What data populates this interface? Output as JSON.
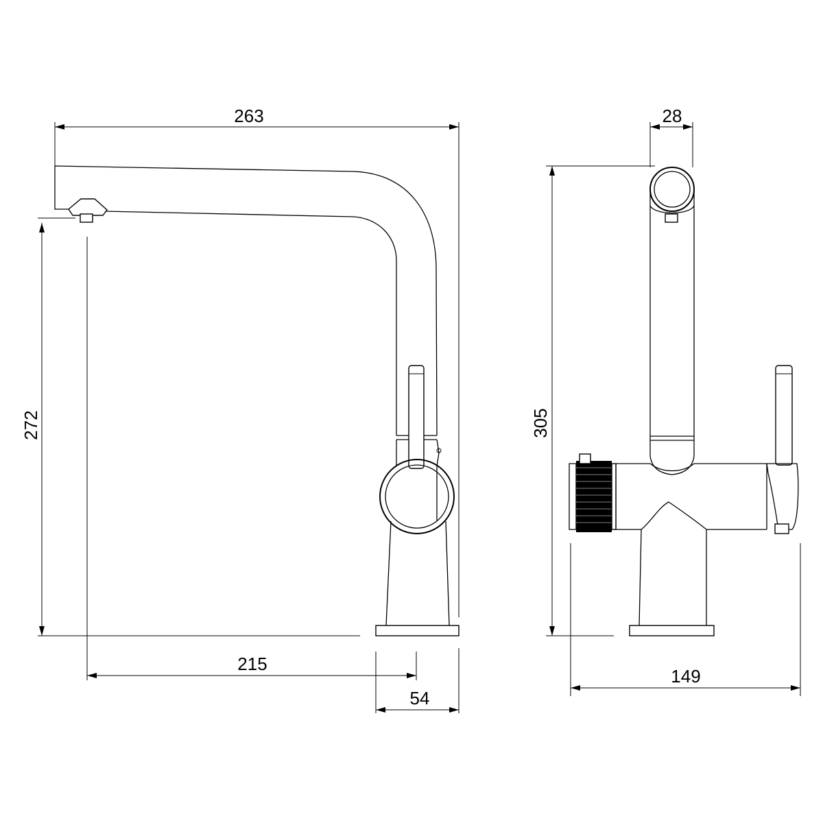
{
  "drawing": {
    "side_view": {
      "dim_total_width": "263",
      "dim_height": "272",
      "dim_reach": "215",
      "dim_base": "54"
    },
    "front_view": {
      "dim_spout_diameter": "28",
      "dim_height": "305",
      "dim_width": "149"
    }
  }
}
